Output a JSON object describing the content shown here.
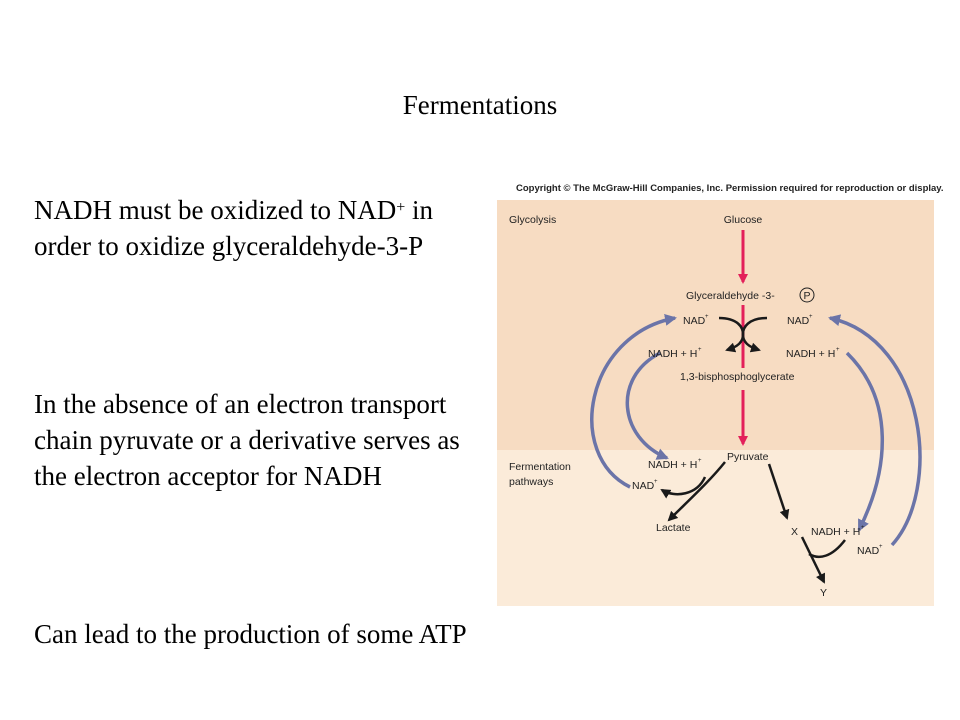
{
  "title": "Fermentations",
  "body": {
    "p1_a": "NADH must be oxidized to NAD",
    "p1_sup": "+",
    "p1_b": " in order to oxidize glyceraldehyde-3-P",
    "p2": "In the absence of an electron transport chain pyruvate or a derivative serves as the electron acceptor for NADH",
    "p3": "Can lead to the production of some ATP"
  },
  "figure": {
    "copyright": "Copyright © The McGraw-Hill Companies, Inc. Permission required for reproduction or display.",
    "glycolysis_label": "Glycolysis",
    "fermentation_label_1": "Fermentation",
    "fermentation_label_2": "pathways",
    "glucose": "Glucose",
    "g3p": "Glyceraldehyde -3-",
    "p_symbol": "P",
    "nad_left": "NAD",
    "nad_right": "NAD",
    "nadh_left": "NADH + H",
    "nadh_right": "NADH + H",
    "bpg": "1,3-bisphosphoglycerate",
    "pyruvate": "Pyruvate",
    "nadh_ferm_left": "NADH + H",
    "nad_ferm_left": "NAD",
    "lactate": "Lactate",
    "x": "X",
    "nadh_ferm_right": "NADH + H",
    "nad_ferm_right": "NAD",
    "y": "Y",
    "plus": "+"
  },
  "colors": {
    "glycolysis_bg": "#f7dcc2",
    "fermentation_bg": "#fbebd9",
    "main_arrow": "#e3205a",
    "cycle_arrow": "#6b74a8",
    "black_arrow": "#1a1a1a"
  }
}
